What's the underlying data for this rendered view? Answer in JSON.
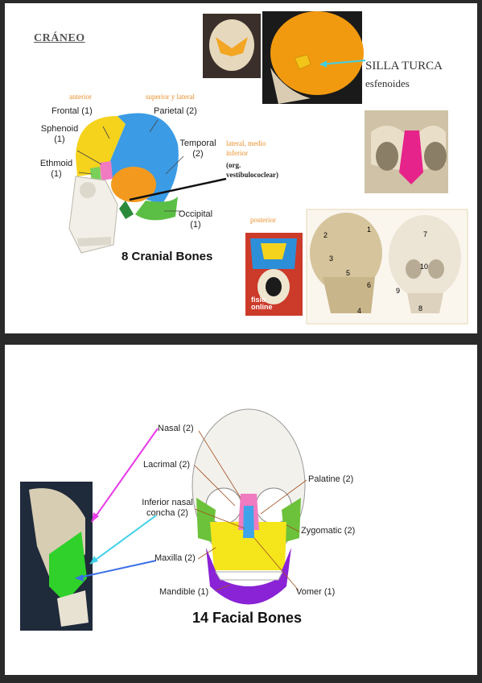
{
  "slide1": {
    "title": "CRÁNEO",
    "silla_turca": "SILLA TURCA",
    "esfenoides": "esfenoides",
    "view_anterior": "anterior",
    "view_superior_lateral": "superior y lateral",
    "view_lateral_medio": "lateral, medio inferior",
    "org_vestibulococlear": "(org. vestibulococlear)",
    "view_posterior": "posterior",
    "labels": {
      "frontal": "Frontal (1)",
      "parietal": "Parietal (2)",
      "sphenoid": "Sphenoid (1)",
      "ethmoid": "Ethmoid (1)",
      "temporal": "Temporal (2)",
      "occipital": "Occipital (1)"
    },
    "caption": "8 Cranial Bones",
    "fisio_logo": "fisio online",
    "number_markers": [
      "1",
      "2",
      "3",
      "4",
      "5",
      "6",
      "7",
      "8",
      "9",
      "10"
    ],
    "colors": {
      "frontal": "#f5d31d",
      "parietal": "#3b9be5",
      "sphenoid": "#f07bc0",
      "ethmoid": "#7ad15a",
      "temporal": "#f39a1e",
      "occipital": "#5bbf45",
      "orange_text": "#e8902c"
    }
  },
  "slide2": {
    "labels": {
      "nasal": "Nasal (2)",
      "lacrimal": "Lacrimal (2)",
      "inferior_nasal": "Inferior nasal concha (2)",
      "maxilla": "Maxilla (2)",
      "mandible": "Mandible (1)",
      "palatine": "Palatine (2)",
      "zygomatic": "Zygomatic (2)",
      "vomer": "Vomer (1)"
    },
    "caption": "14 Facial Bones",
    "colors": {
      "maxilla": "#f5e51b",
      "mandible": "#8a22d6",
      "zygomatic": "#6cc23a",
      "nasal": "#f07bc0",
      "arrow_magenta": "#e83ae8",
      "arrow_cyan": "#3fd0e8",
      "arrow_blue": "#3a6fe8"
    }
  }
}
